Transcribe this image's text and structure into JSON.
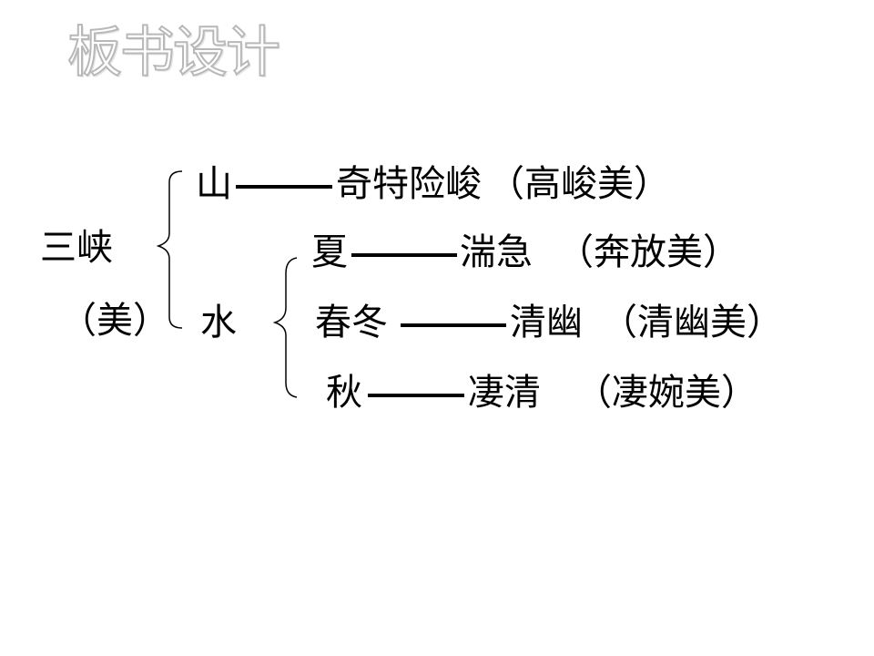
{
  "heading": "板书设计",
  "left_label": {
    "line1": "三峡",
    "line2": "（美）"
  },
  "branches": {
    "mountain": {
      "subject": "山",
      "trait": "奇特险峻",
      "beauty": "（高峻美）"
    },
    "water": {
      "subject": "水",
      "seasons": [
        {
          "season": "夏",
          "trait": "湍急",
          "beauty": "（奔放美）"
        },
        {
          "season": "春冬",
          "trait": "清幽",
          "beauty": "（清幽美）"
        },
        {
          "season": "秋",
          "trait": "凄清",
          "beauty": "（凄婉美）"
        }
      ]
    }
  }
}
